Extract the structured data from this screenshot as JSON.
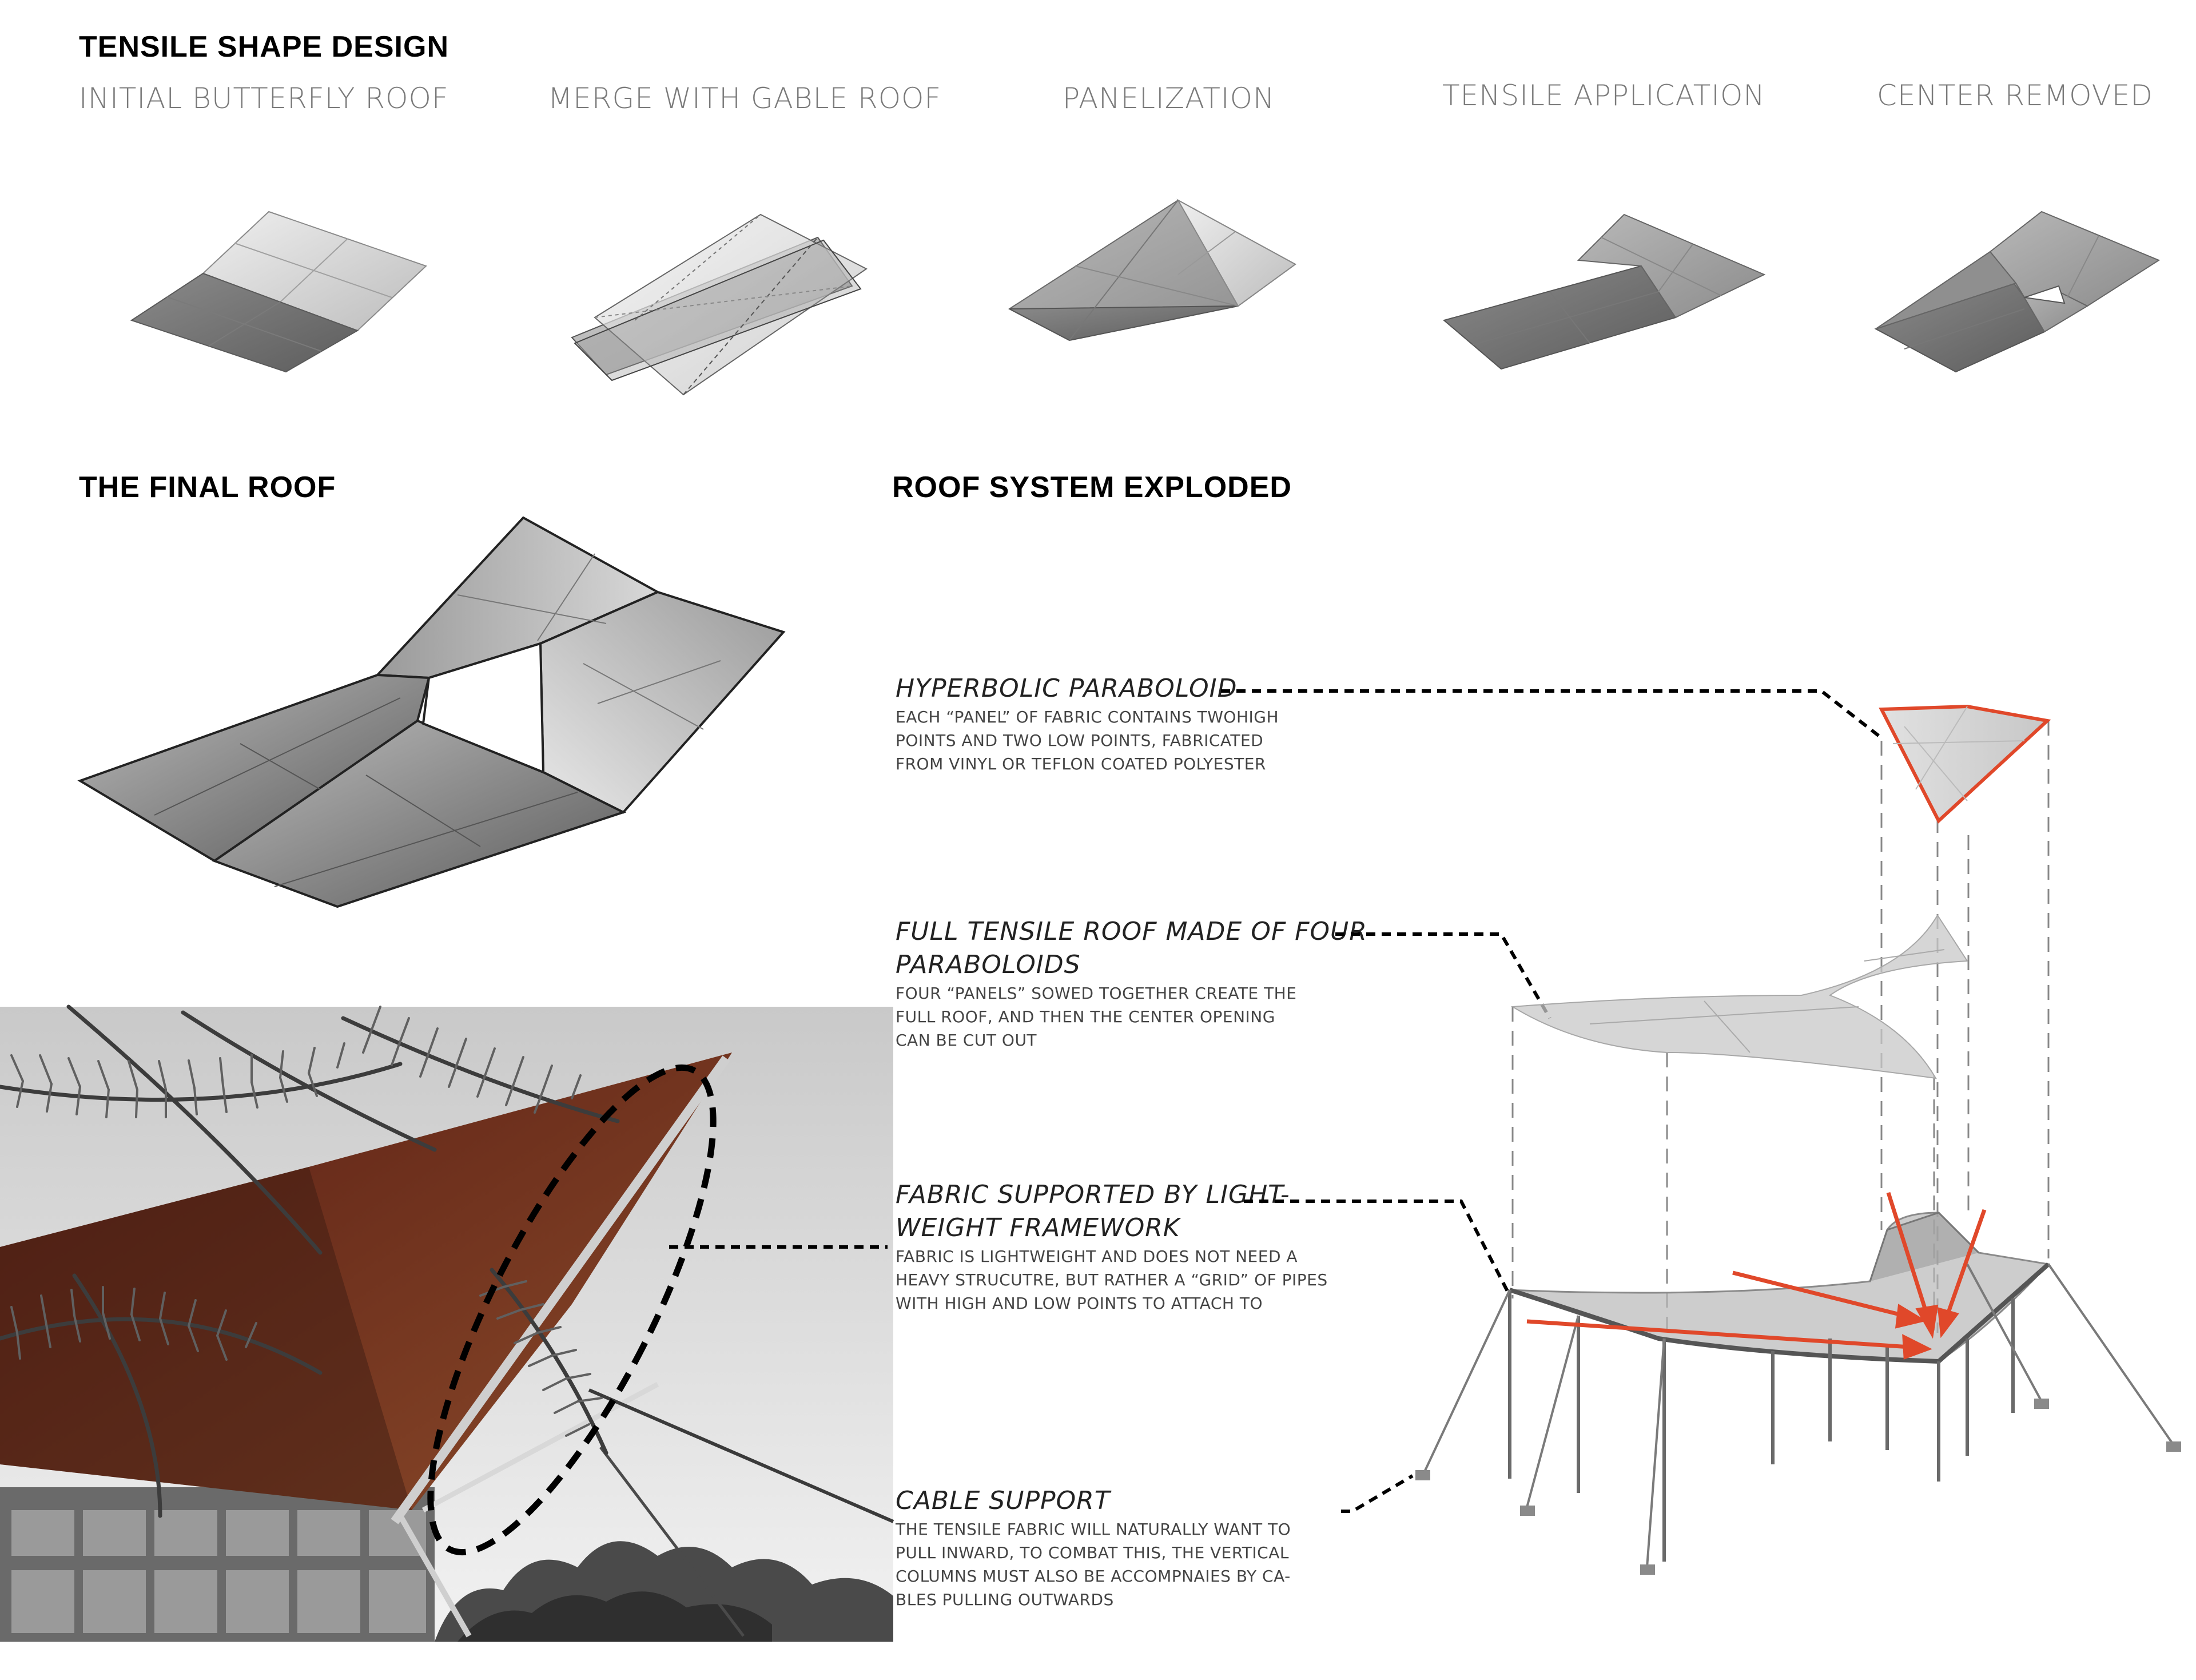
{
  "section1": {
    "title": "TENSILE SHAPE DESIGN",
    "steps": [
      {
        "label": "INITIAL BUTTERFLY ROOF"
      },
      {
        "label": "MERGE WITH GABLE ROOF"
      },
      {
        "label": "PANELIZATION"
      },
      {
        "label": "TENSILE APPLICATION"
      },
      {
        "label": "CENTER REMOVED"
      }
    ]
  },
  "final_roof": {
    "title": "THE FINAL ROOF"
  },
  "exploded": {
    "title": "ROOF SYSTEM EXPLODED",
    "annotations": [
      {
        "title": "HYPERBOLIC PARABOLOID",
        "body": [
          "EACH “PANEL” OF FABRIC CONTAINS TWOHIGH",
          "POINTS AND TWO LOW POINTS, FABRICATED",
          "FROM VINYL OR TEFLON COATED POLYESTER"
        ]
      },
      {
        "title": [
          "FULL TENSILE ROOF MADE OF FOUR",
          "PARABOLOIDS"
        ],
        "body": [
          "FOUR “PANELS” SOWED TOGETHER CREATE THE",
          "FULL ROOF, AND THEN THE CENTER OPENING",
          "CAN BE CUT OUT"
        ]
      },
      {
        "title": [
          "FABRIC SUPPORTED BY LIGHT-",
          "WEIGHT FRAMEWORK"
        ],
        "body": [
          "FABRIC IS LIGHTWEIGHT AND DOES NOT NEED A",
          "HEAVY STRUCUTRE, BUT RATHER A “GRID” OF PIPES",
          "WITH HIGH AND LOW POINTS TO ATTACH TO"
        ]
      },
      {
        "title": "CABLE SUPPORT",
        "body": [
          "THE TENSILE FABRIC WILL NATURALLY WANT TO",
          "PULL INWARD, TO COMBAT THIS, THE VERTICAL",
          "COLUMNS MUST ALSO BE ACCOMPNAIES BY CA-",
          "BLES PULLING OUTWARDS"
        ]
      }
    ]
  },
  "colors": {
    "accent": "#e0482a",
    "panel_dark": "#6f6f6f",
    "panel_light": "#d9d9d9",
    "label_gray": "#7a7a7a"
  }
}
